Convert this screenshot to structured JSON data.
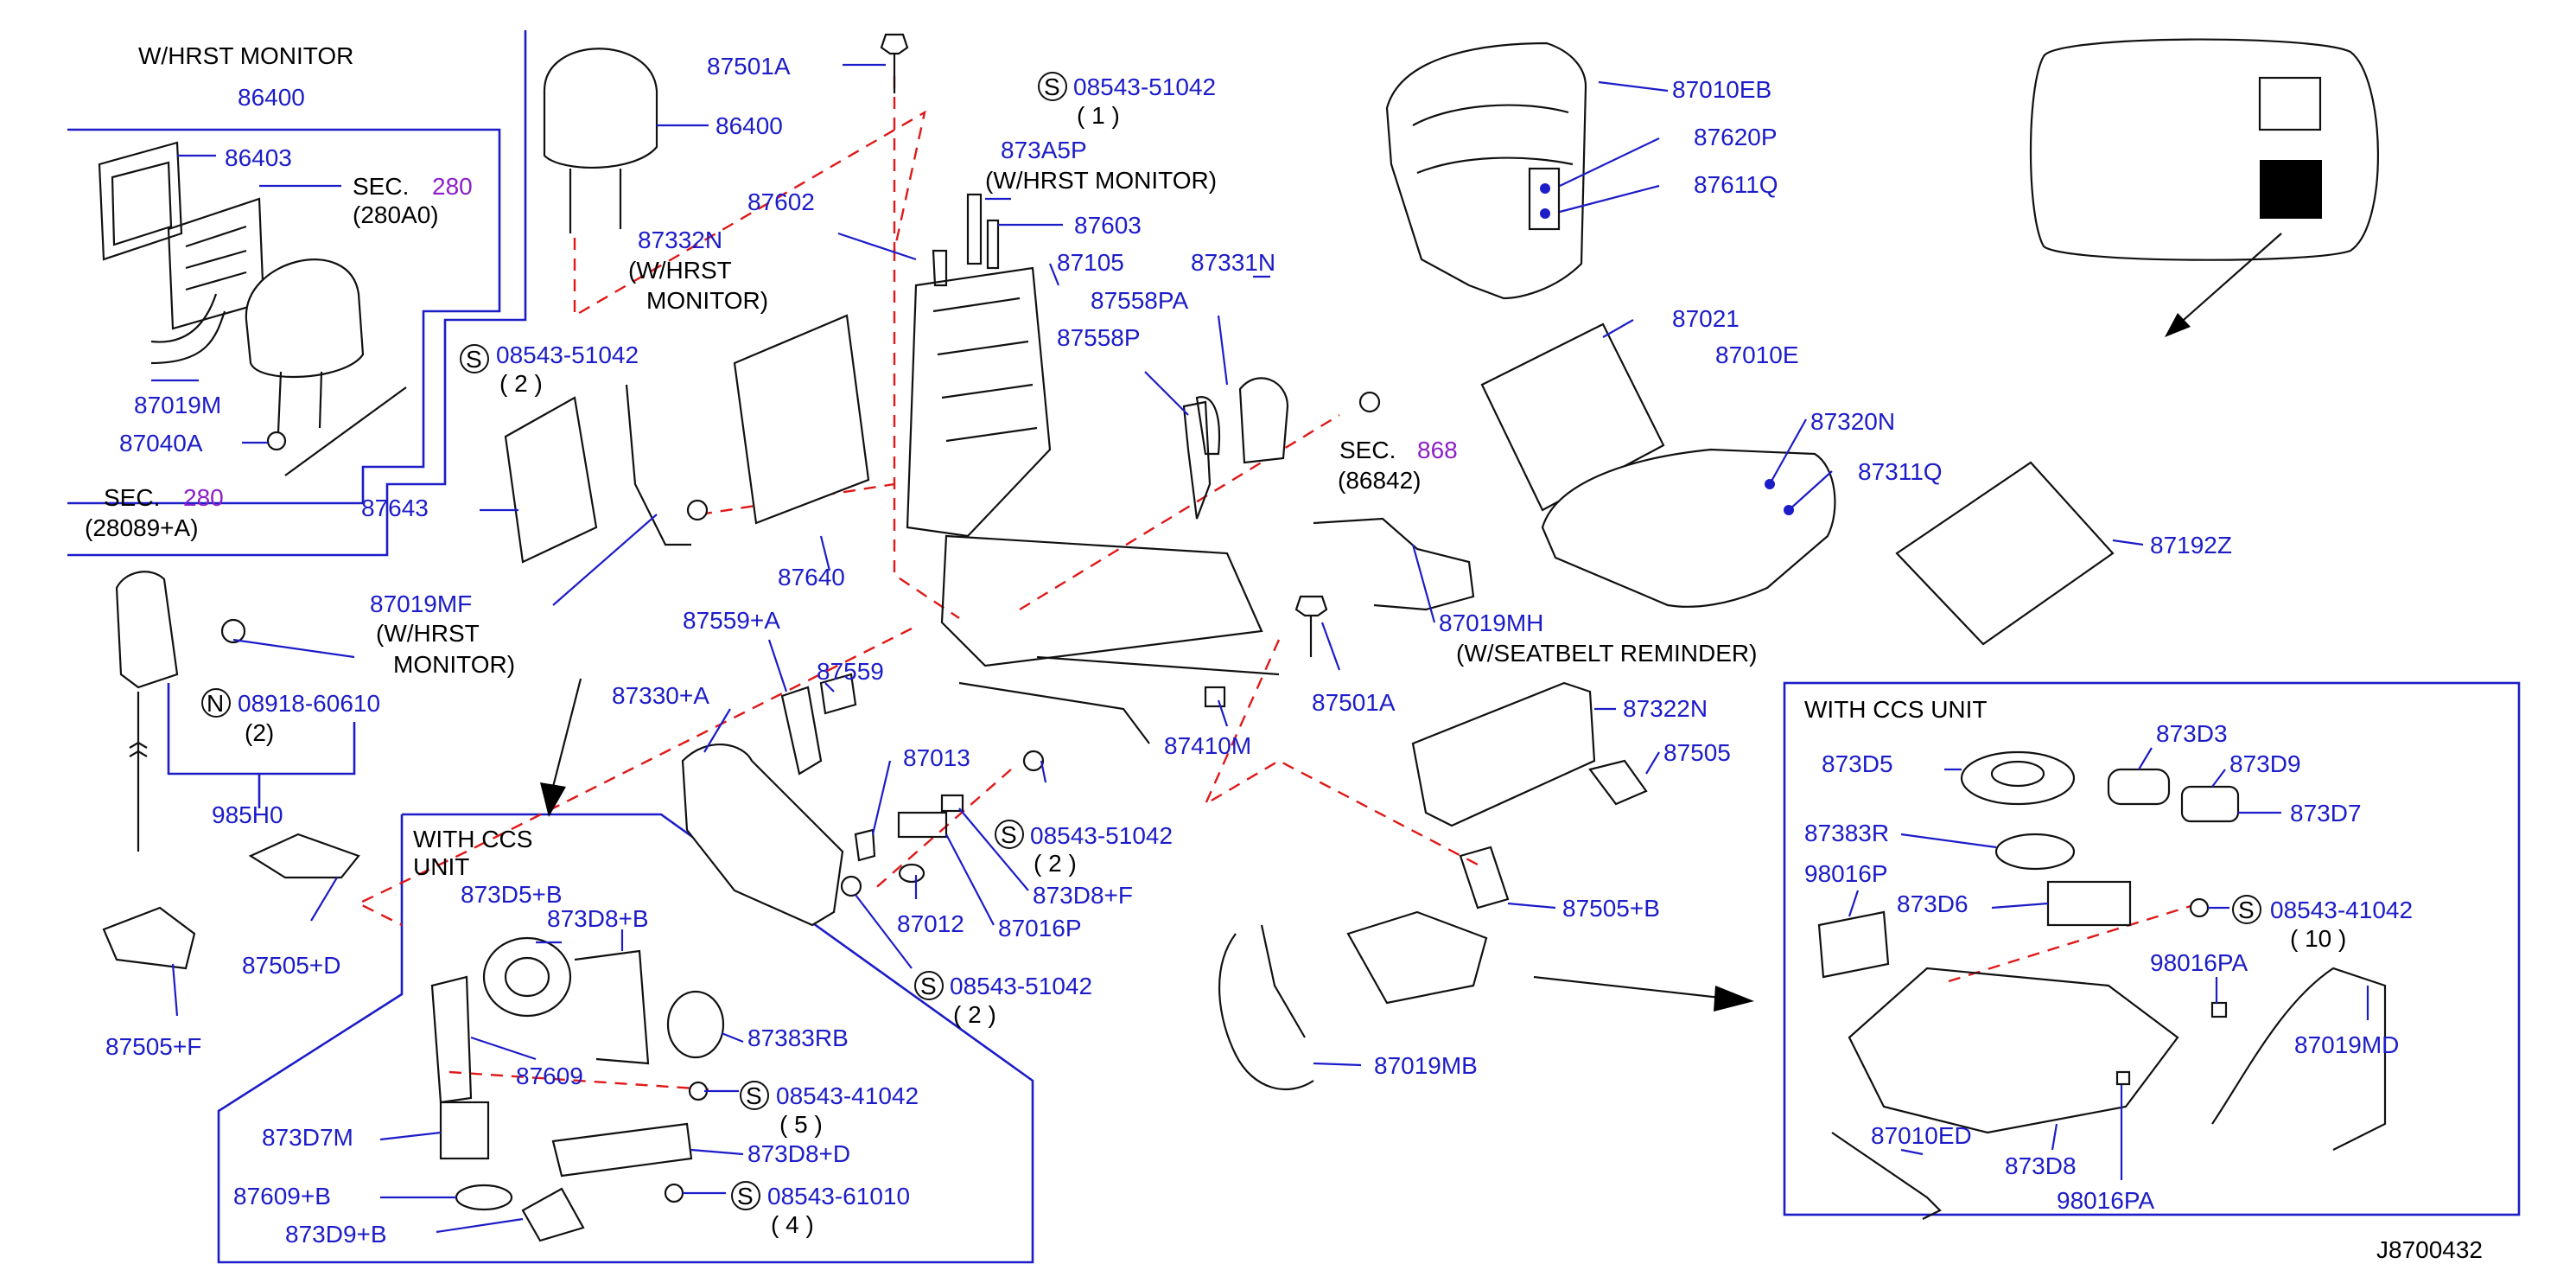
{
  "diagram_id": "J8700432",
  "headers": {
    "w_hrst_monitor": "W/HRST   MONITOR",
    "with_ccs_unit_left": "WITH    CCS",
    "with_ccs_unit_left_2": "UNIT",
    "with_ccs_unit_right": "WITH    CCS    UNIT"
  },
  "sections": {
    "sec_prefix": "SEC.",
    "sec280_num": "280",
    "sec280a_sub": "(280A0)",
    "sec280b_sub": "(28089+A)",
    "sec868_num": "868",
    "sec868_sub": "(86842)"
  },
  "bolts": {
    "s1": {
      "symbol": "S",
      "code": "08543-51042",
      "qty": "( 1 )"
    },
    "s2": {
      "symbol": "S",
      "code": "08543-51042",
      "qty": "( 2 )"
    },
    "s3": {
      "symbol": "S",
      "code": "08543-51042",
      "qty": "( 2 )"
    },
    "s4": {
      "symbol": "S",
      "code": "08543-51042",
      "qty": "( 2 )"
    },
    "s5": {
      "symbol": "S",
      "code": "08543-41042",
      "qty": "( 5 )"
    },
    "s6": {
      "symbol": "S",
      "code": "08543-61010",
      "qty": "( 4 )"
    },
    "s7": {
      "symbol": "S",
      "code": "08543-41042",
      "qty": "( 10 )"
    },
    "n1": {
      "symbol": "N",
      "code": "08918-60610",
      "qty": "(2)"
    }
  },
  "notes": {
    "n87332n_a": "(W/HRST",
    "n87332n_b": "MONITOR)",
    "n873a5p": "(W/HRST   MONITOR)",
    "n87019mf_a": "(W/HRST",
    "n87019mf_b": "MONITOR)",
    "n87019mh": "(W/SEATBELT   REMINDER)"
  },
  "parts": {
    "p86400_top": "86400",
    "p86403": "86403",
    "p87019m": "87019M",
    "p87040a": "87040A",
    "p86400": "86400",
    "p87501a_top": "87501A",
    "p87332n": "87332N",
    "p87602": "87602",
    "p873a5p": "873A5P",
    "p87603": "87603",
    "p87105": "87105",
    "p87331n": "87331N",
    "p87558pa": "87558PA",
    "p87558p": "87558P",
    "p87643": "87643",
    "p87640": "87640",
    "p87019mf": "87019MF",
    "p87559a": "87559+A",
    "p87559": "87559",
    "p87330a": "87330+A",
    "p87010eb": "87010EB",
    "p87620p": "87620P",
    "p87611q": "87611Q",
    "p87021": "87021",
    "p87010e": "87010E",
    "p87320n": "87320N",
    "p87311q": "87311Q",
    "p87192z": "87192Z",
    "p87019mh": "87019MH",
    "p87501a": "87501A",
    "p87410m": "87410M",
    "p87322n": "87322N",
    "p87505": "87505",
    "p87505b": "87505+B",
    "p87013": "87013",
    "p873d8f": "873D8+F",
    "p87016p": "87016P",
    "p87012": "87012",
    "p985h0": "985H0",
    "p87505d": "87505+D",
    "p87505f": "87505+F",
    "p873d5b": "873D5+B",
    "p873d8b": "873D8+B",
    "p87383rb": "87383RB",
    "p87609": "87609",
    "p873d7m": "873D7M",
    "p873d8d": "873D8+D",
    "p87609b": "87609+B",
    "p873d9b": "873D9+B",
    "p87019mb": "87019MB",
    "p873d5": "873D5",
    "p873d3": "873D3",
    "p873d9": "873D9",
    "p873d7": "873D7",
    "p87383r": "87383R",
    "p98016p": "98016P",
    "p873d6": "873D6",
    "p98016pa_a": "98016PA",
    "p87019md": "87019MD",
    "p87010ed": "87010ED",
    "p873d8": "873D8",
    "p98016pa_b": "98016PA"
  },
  "colors": {
    "label_blue": "#1c1cc8",
    "dash_red": "#e01818",
    "sec_purple": "#8c1ec8",
    "line_black": "#111111"
  }
}
